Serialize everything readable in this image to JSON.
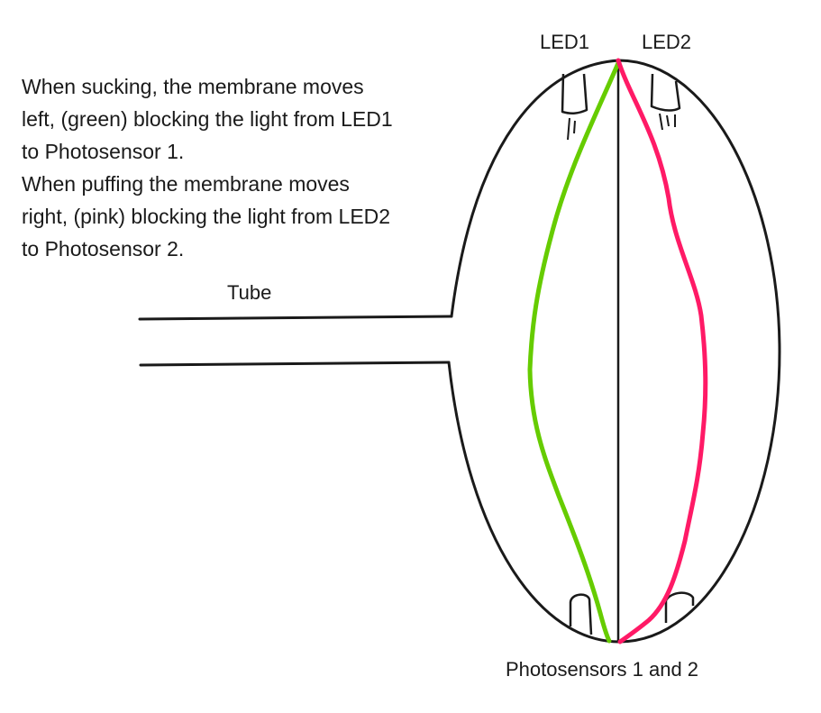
{
  "caption": {
    "lines": [
      "When sucking, the membrane moves",
      "left, (green) blocking the light from LED1",
      "to Photosensor 1.",
      "When puffing the membrane moves",
      "right, (pink) blocking the light from LED2",
      "to Photosensor 2."
    ]
  },
  "labels": {
    "led1": "LED1",
    "led2": "LED2",
    "tube": "Tube",
    "photosensors": "Photosensors 1 and 2"
  },
  "colors": {
    "outline": "#1a1a1a",
    "membrane_suck": "#66cc00",
    "membrane_puff": "#ff1a66"
  }
}
